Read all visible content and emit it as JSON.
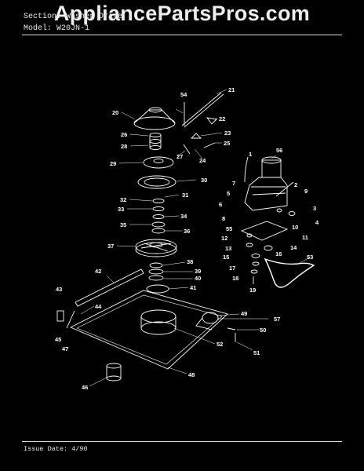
{
  "header": {
    "title_line": "Section: Washer Drive",
    "model_line": "Model: W20JN-1"
  },
  "watermark": "AppliancePartsPros.com",
  "footer": {
    "issue_date": "Issue Date: 4/90"
  },
  "diagram": {
    "part_numbers": [
      "1",
      "2",
      "3",
      "4",
      "5",
      "6",
      "7",
      "8",
      "9",
      "10",
      "11",
      "12",
      "13",
      "14",
      "15",
      "16",
      "17",
      "18",
      "19",
      "20",
      "21",
      "22",
      "23",
      "24",
      "25",
      "26",
      "27",
      "28",
      "29",
      "30",
      "31",
      "32",
      "33",
      "34",
      "35",
      "36",
      "37",
      "38",
      "39",
      "40",
      "41",
      "42",
      "43",
      "44",
      "45",
      "46",
      "47",
      "48",
      "49",
      "50",
      "51",
      "52",
      "53",
      "54",
      "55",
      "56",
      "57"
    ]
  },
  "colors": {
    "background": "#000000",
    "ink": "#ffffff"
  }
}
